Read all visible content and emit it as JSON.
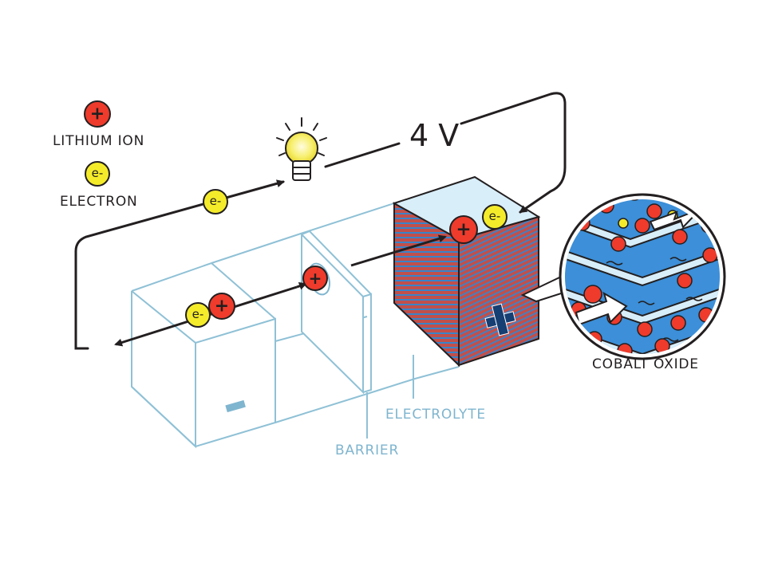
{
  "legend": {
    "lithium_ion_symbol": "+",
    "lithium_ion_label": "LITHIUM ION",
    "electron_symbol": "e-",
    "electron_label": "ELECTRON"
  },
  "circuit": {
    "voltage_label": "4 V"
  },
  "cell": {
    "anode_symbol": "−",
    "cathode_symbol": "+",
    "barrier_label": "BARRIER",
    "electrolyte_label": "ELECTROLYTE"
  },
  "inset": {
    "cobalt_oxide_label": "COBALT OXIDE"
  },
  "colors": {
    "ion_red": "#ee3b2b",
    "electron_yellow": "#f4ec2a",
    "cell_outline": "#8fc1d6",
    "cathode_stripe_red": "#c1504b",
    "cathode_stripe_blue": "#3a83c9",
    "inset_blue": "#3c8fd8"
  },
  "icons": [
    "light-bulb-icon",
    "arrow-icon"
  ]
}
